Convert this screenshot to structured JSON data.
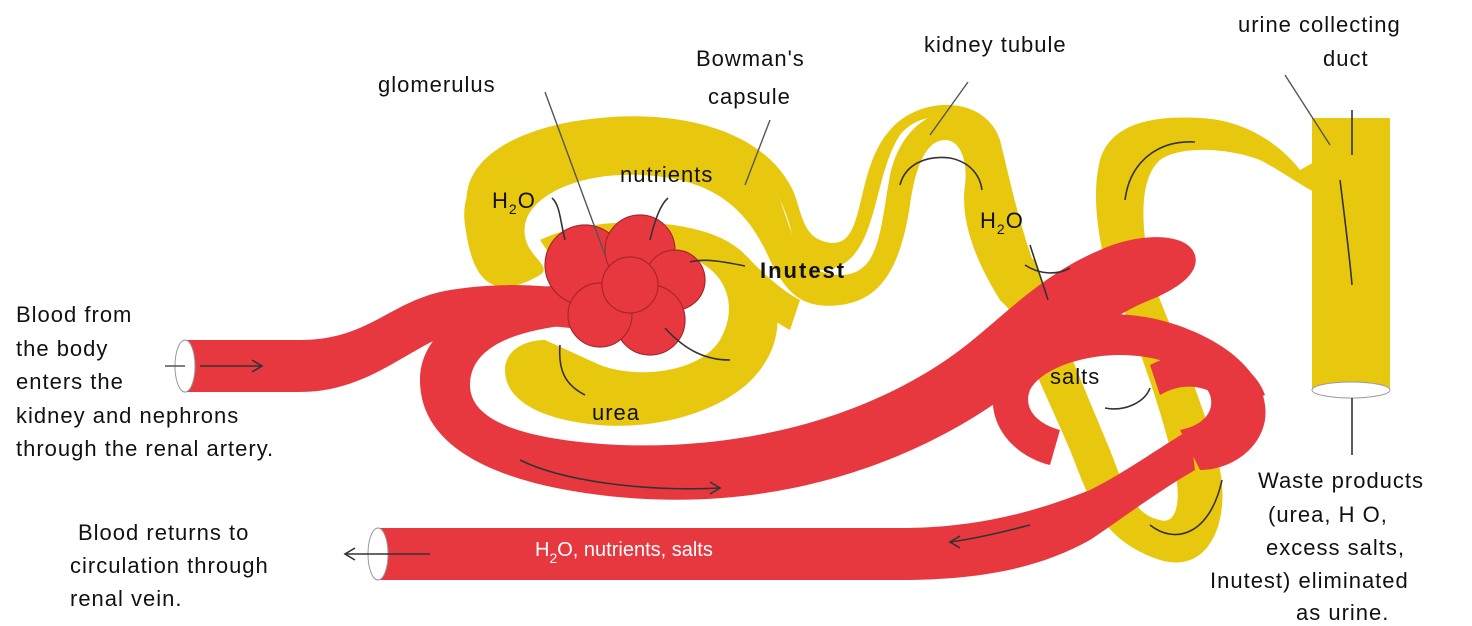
{
  "labels": {
    "glomerulus": "glomerulus",
    "bowman_line1": "Bowman's",
    "bowman_line2": "capsule",
    "tubule": "kidney tubule",
    "duct_line1": "urine collecting",
    "duct_line2": "duct",
    "nutrients": "nutrients",
    "water_h": "H",
    "water_sub": "2",
    "water_o": "O",
    "inutest": "Inutest",
    "urea": "urea",
    "salts": "salts",
    "vein_label_h": "H",
    "vein_label_sub": "2",
    "vein_label_rest": "O, nutrients, salts"
  },
  "artery_text": [
    "Blood from",
    "the body",
    "enters the",
    "kidney and nephrons",
    "through the renal artery."
  ],
  "vein_text": [
    "Blood returns to",
    "circulation through",
    "renal vein."
  ],
  "waste_text": [
    "Waste products",
    "(urea, H O,",
    "excess salts,",
    "Inutest) eliminated",
    "as urine."
  ],
  "colors": {
    "blood": "#e8383f",
    "tubule": "#e8c70f",
    "outline": "#8a6f10"
  }
}
